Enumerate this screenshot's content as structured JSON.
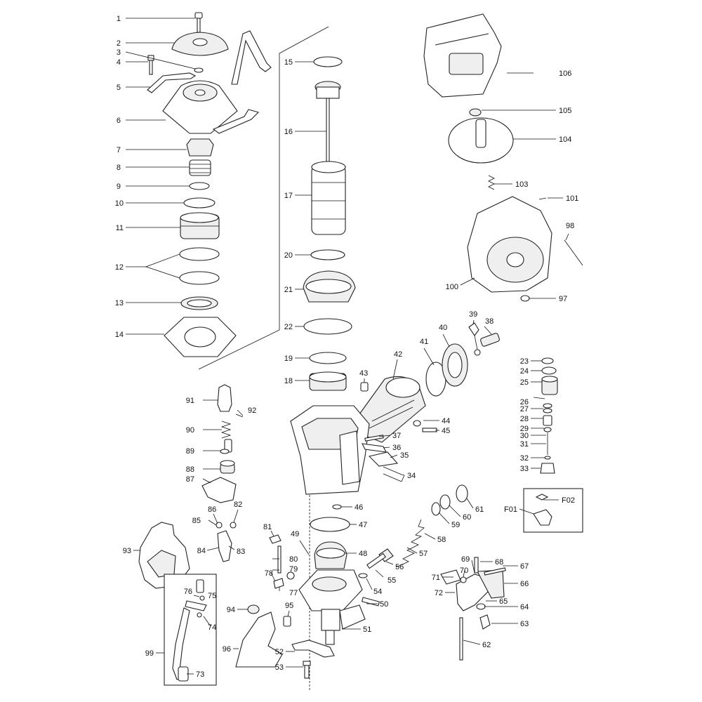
{
  "callouts": [
    "1",
    "2",
    "3",
    "4",
    "5",
    "6",
    "7",
    "8",
    "9",
    "10",
    "11",
    "12",
    "13",
    "14",
    "15",
    "16",
    "17",
    "18",
    "19",
    "20",
    "21",
    "22",
    "23",
    "24",
    "25",
    "26",
    "27",
    "28",
    "29",
    "30",
    "31",
    "32",
    "33",
    "34",
    "35",
    "36",
    "37",
    "38",
    "39",
    "40",
    "41",
    "42",
    "43",
    "44",
    "45",
    "46",
    "47",
    "48",
    "49",
    "50",
    "51",
    "52",
    "53",
    "54",
    "55",
    "56",
    "57",
    "58",
    "59",
    "60",
    "61",
    "62",
    "63",
    "64",
    "65",
    "66",
    "67",
    "68",
    "69",
    "70",
    "71",
    "72",
    "73",
    "74",
    "75",
    "76",
    "77",
    "78",
    "79",
    "80",
    "81",
    "82",
    "83",
    "84",
    "85",
    "86",
    "87",
    "88",
    "89",
    "90",
    "91",
    "92",
    "93",
    "94",
    "95",
    "96",
    "97",
    "98",
    "99",
    "100",
    "101",
    "103",
    "104",
    "105",
    "106",
    "F01",
    "F02"
  ]
}
